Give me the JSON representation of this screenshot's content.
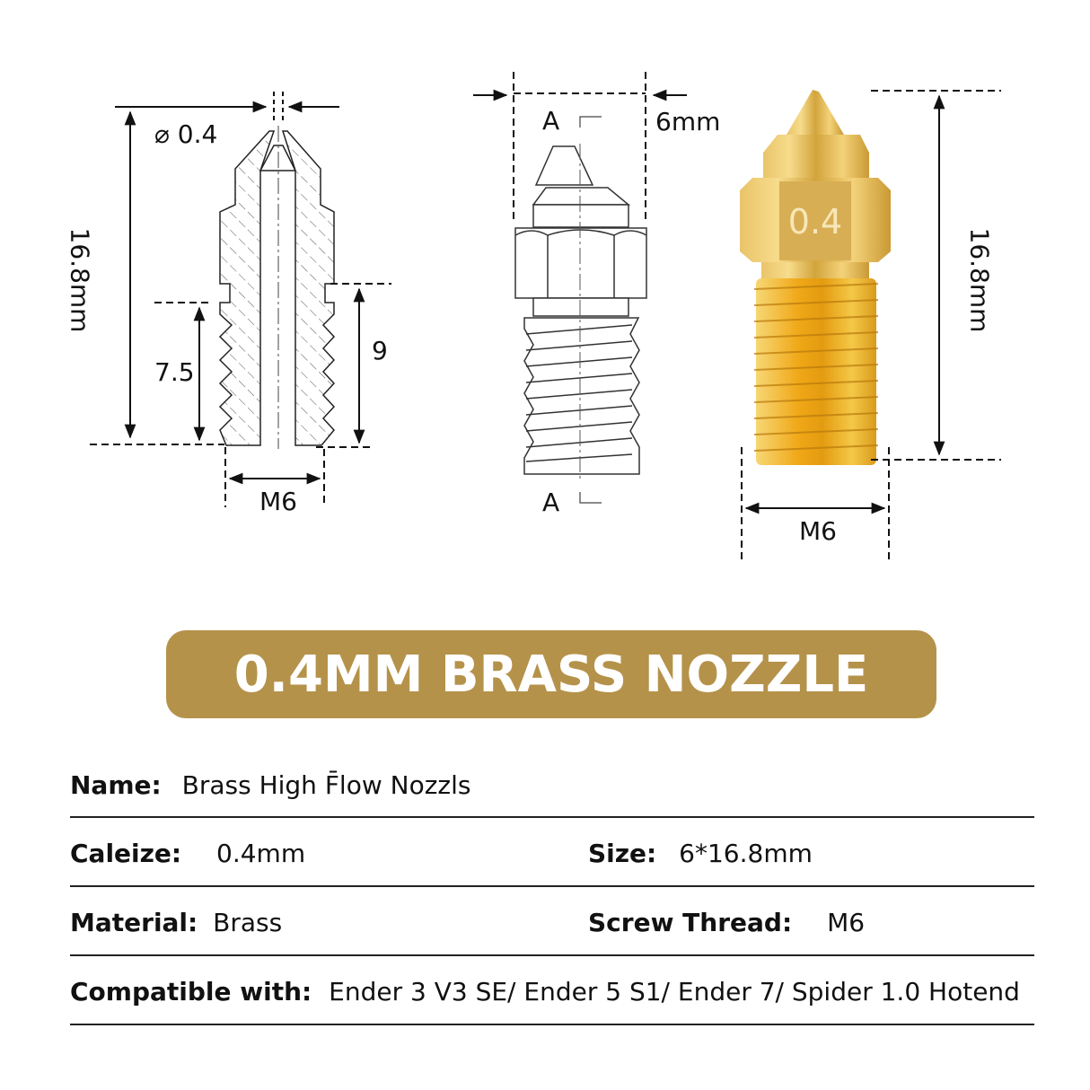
{
  "diagrams": {
    "section_view": {
      "tip_diameter_label": "0.4",
      "tip_diameter_symbol": "⌀",
      "total_length_label": "16.8mm",
      "thread_length_left_label": "7.5",
      "thread_length_right_label": "9",
      "thread_label": "M6"
    },
    "side_view": {
      "width_label": "6mm",
      "section_marker_top": "A",
      "section_marker_bottom": "A"
    },
    "product_render": {
      "engraving": "0.4",
      "length_label": "16.8mm",
      "thread_label": "M6",
      "colors": {
        "brass_light": "#f3d67e",
        "brass_mid": "#e5b43a",
        "brass_dark": "#b8861c",
        "thread_orange": "#f0a818"
      }
    }
  },
  "banner": {
    "title": "0.4MM BRASS NOZZLE",
    "color": "#b5924a"
  },
  "specs": {
    "name": {
      "label": "Name:",
      "value": "Brass High F̄low Nozzls"
    },
    "caliber": {
      "label": "Caleize:",
      "value": "0.4mm"
    },
    "size": {
      "label": "Size:",
      "value": "6*16.8mm"
    },
    "material": {
      "label": "Material:",
      "value": "Brass"
    },
    "screw_thread": {
      "label": "Screw Thread:",
      "value": "M6"
    },
    "compatible": {
      "label": "Compatible with:",
      "value": "Ender 3 V3 SE/ Ender 5 S1/ Ender 7/ Spider 1.0 Hotend"
    }
  }
}
